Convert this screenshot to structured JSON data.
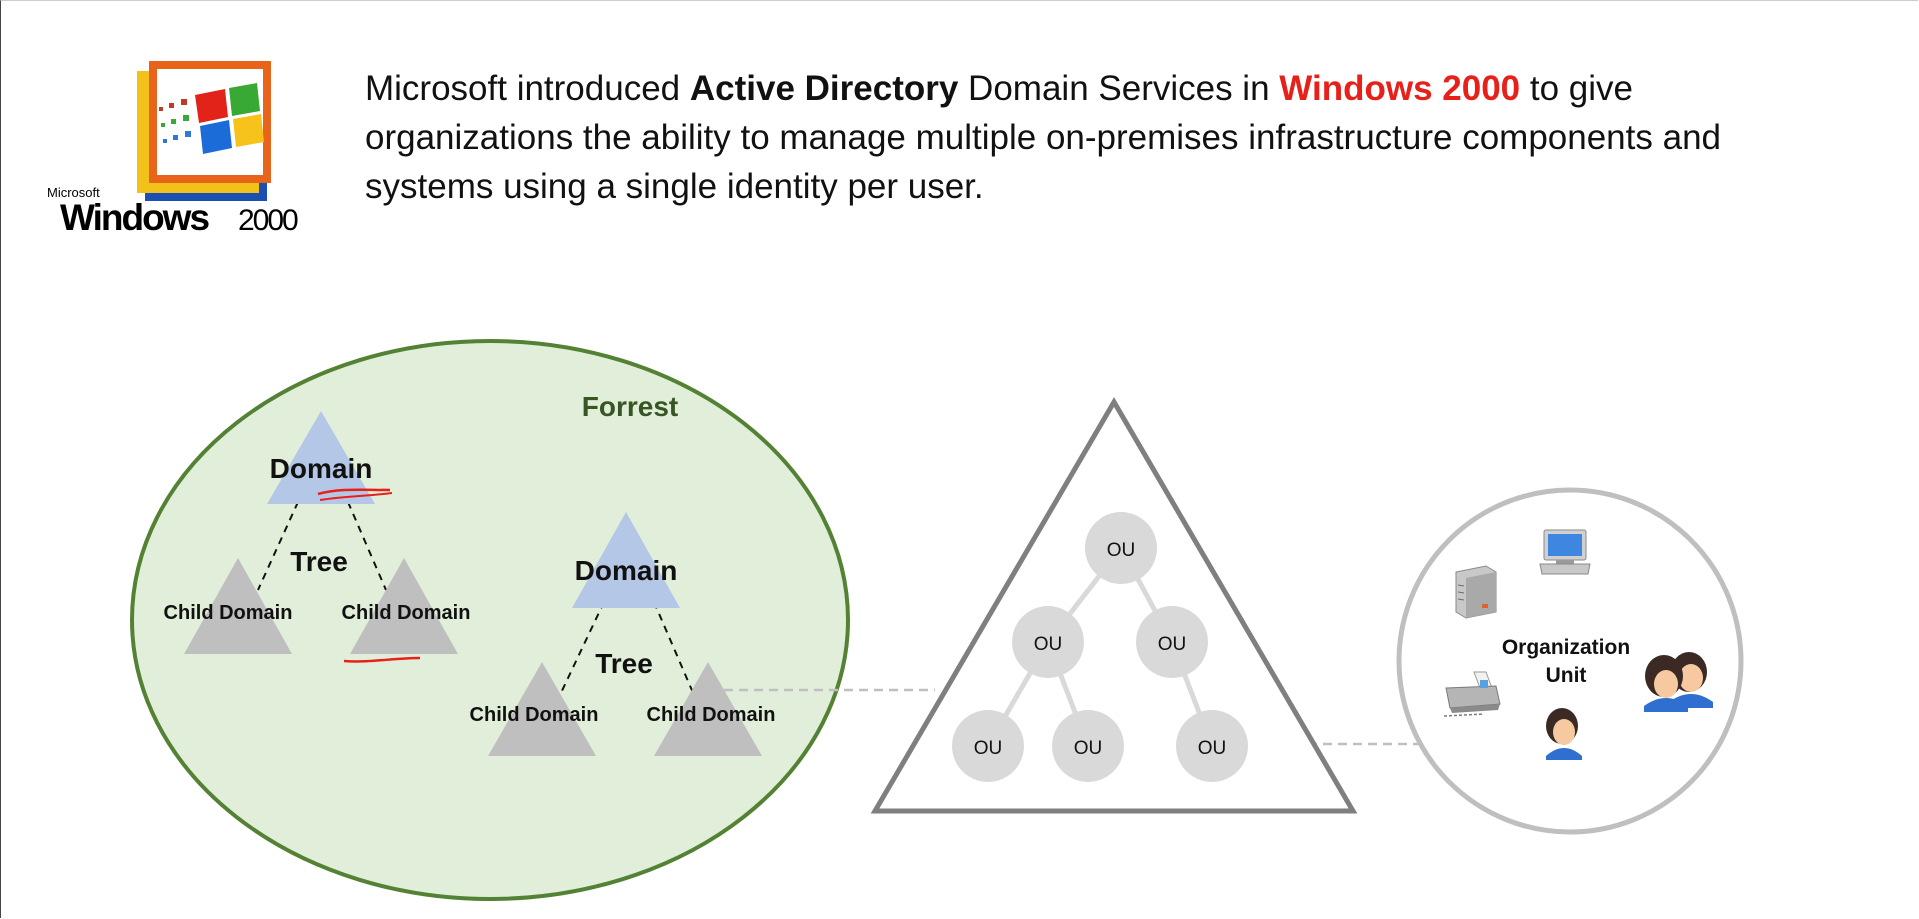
{
  "logo": {
    "brand_small": "Microsoft",
    "brand_name": "Windows",
    "brand_version": "2000"
  },
  "intro": {
    "part1": "Microsoft introduced ",
    "bold1": "Active Directory",
    "part2": " Domain Services in ",
    "red1": "Windows 2000",
    "part3": " to give organizations the ability to manage multiple on-premises infrastructure components and systems using a single identity per user."
  },
  "forest": {
    "label": "Forrest",
    "trees": [
      {
        "domain": "Domain",
        "tree": "Tree",
        "child_left": "Child Domain",
        "child_right": "Child Domain"
      },
      {
        "domain": "Domain",
        "tree": "Tree",
        "child_left": "Child Domain",
        "child_right": "Child Domain"
      }
    ]
  },
  "ou_tree": {
    "nodes": [
      "OU",
      "OU",
      "OU",
      "OU",
      "OU",
      "OU"
    ]
  },
  "org_unit": {
    "label_line1": "Organization",
    "label_line2": "Unit",
    "icons": [
      "server-icon",
      "desktop-computer-icon",
      "printer-icon",
      "user-group-icon",
      "user-icon"
    ]
  },
  "colors": {
    "forest_fill": "#e1eed9",
    "forest_stroke": "#548235",
    "forest_label": "#375623",
    "domain_fill": "#b4c7e7",
    "child_fill": "#bfbfbf",
    "accent_red": "#e8201a",
    "ou_fill": "#d9d9d9",
    "outline_gray": "#7f7f7f"
  }
}
